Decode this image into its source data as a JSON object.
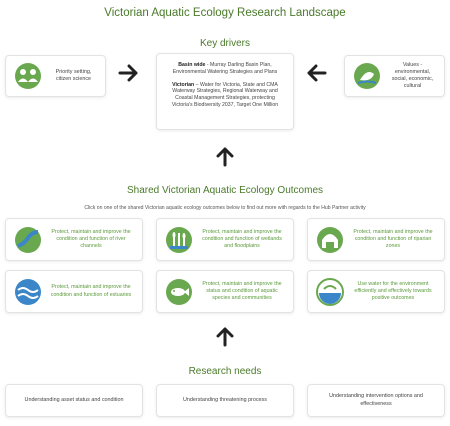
{
  "title": "Victorian Aquatic Ecology Research Landscape",
  "key_drivers": {
    "heading": "Key drivers",
    "left": {
      "text": "Priority setting, citizen science",
      "icon": "people-icon"
    },
    "center": {
      "basin_label": "Basin wide",
      "basin_text": " - Murray Darling Basin Plan, Environmental Watering Strategies and Plans",
      "victorian_label": "Victorian",
      "victorian_text": " – Water for Victoria, State and CMA Waterway Strategies, Regional Waterway and Coastal Management Strategies, protecting Victoria's Biodiversity 2037, Target One Million"
    },
    "right": {
      "text": "Values - environmental, social, economic, cultural",
      "icon": "values-icon"
    }
  },
  "outcomes": {
    "heading": "Shared Victorian Aquatic Ecology Outcomes",
    "instruction": "Click on one of the shared Victorian aquatic ecology outcomes below to find out more with regards to the Hub Partner activity",
    "items": [
      {
        "text": "Protect, maintain and improve the condition and function of river channels",
        "icon": "river-icon"
      },
      {
        "text": "Protect, maintain and improve the condition and function of wetlands and floodplains",
        "icon": "reeds-icon"
      },
      {
        "text": "Protect, maintain and improve the condition and function of riparian zones",
        "icon": "tree-icon"
      },
      {
        "text": "Protect, maintain and improve the condition and function of estuaries",
        "icon": "estuary-icon"
      },
      {
        "text": "Protect, maintain and improve the status and condition of aquatic species and communities",
        "icon": "fish-icon"
      },
      {
        "text": "Use water for the environment efficiently and effectively towards positive outcomes",
        "icon": "water-level-icon"
      }
    ]
  },
  "research": {
    "heading": "Research needs",
    "items": [
      "Understanding asset status and condition",
      "Understanding threatening process",
      "Understanding intervention options and effectiveness"
    ]
  },
  "colors": {
    "accent": "#4a7a2a",
    "icon_green": "#6aa84f",
    "icon_blue": "#3a86c8"
  }
}
